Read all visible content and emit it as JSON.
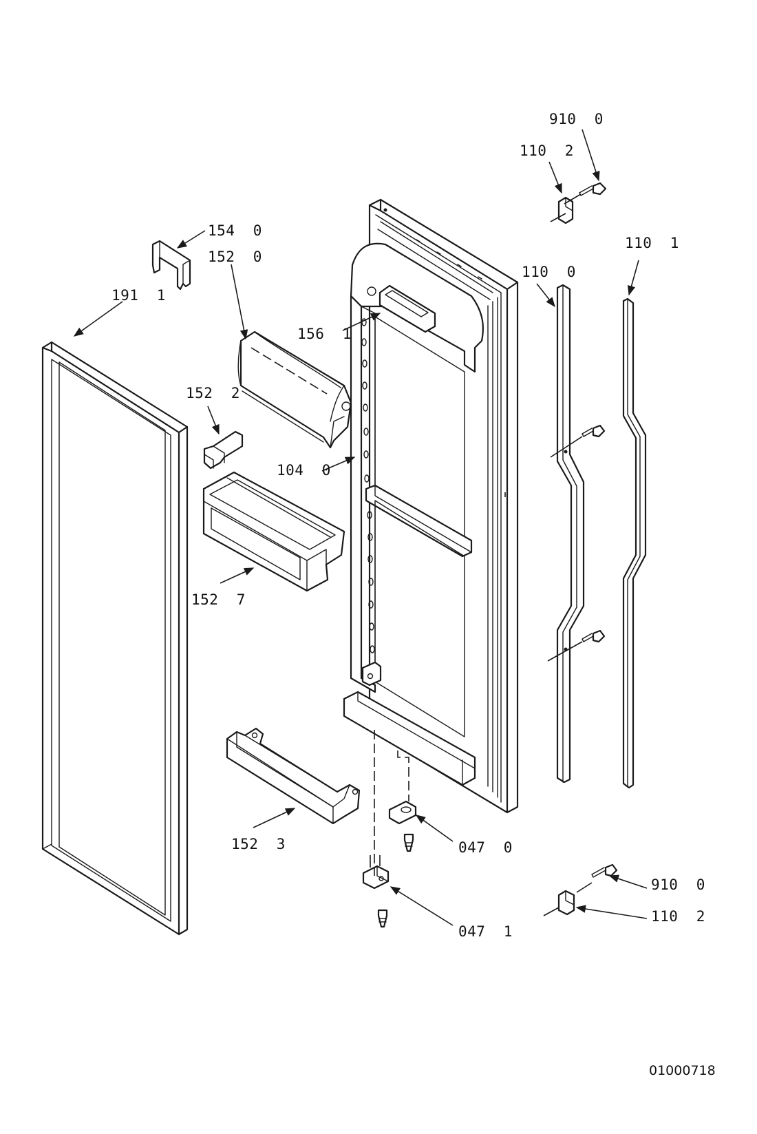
{
  "diagram": {
    "document_id": "01000718",
    "callouts": {
      "c9100_top": "910  0",
      "c1102_top": "110  2",
      "c1540": "154  0",
      "c1520": "152  0",
      "c1911": "191  1",
      "c1561": "156  1",
      "c1522": "152  2",
      "c1040": "104  0",
      "c1100": "110  0",
      "c1101": "110  1",
      "c1527": "152  7",
      "c1523": "152  3",
      "c0470": "047  0",
      "c0471": "047  1",
      "c9100_bot": "910  0",
      "c1102_bot": "110  2"
    }
  }
}
